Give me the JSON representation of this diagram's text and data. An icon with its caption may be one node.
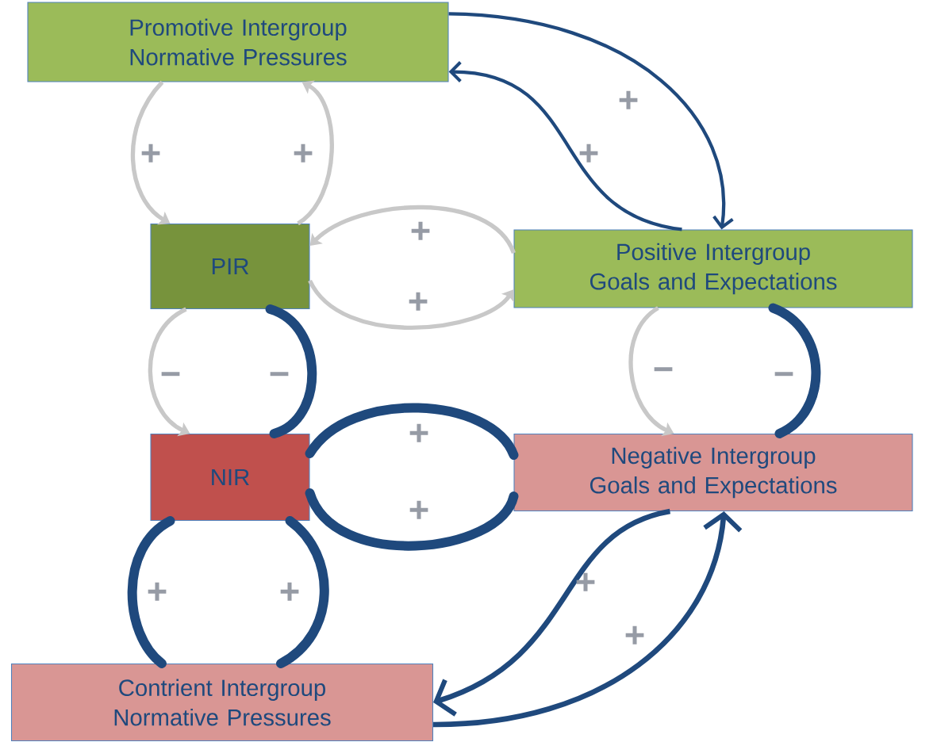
{
  "diagram": {
    "nodes": [
      {
        "text": [
          "Promotive Intergroup Normative Pressures"
        ]
      },
      {
        "text": [
          "PIR"
        ]
      },
      {
        "text": [
          "Positive Intergroup Goals and Expectations"
        ]
      },
      {
        "text": [
          "NIR"
        ]
      },
      {
        "text": [
          "Negative Intergroup Goals and Expectations"
        ]
      },
      {
        "text": [
          "Contrient Intergroup Normative Pressures"
        ]
      }
    ],
    "edges": [
      {
        "from": 0,
        "to": 1,
        "arrow": "to",
        "label": "+",
        "color": "#c8c8c8"
      },
      {
        "from": 1,
        "to": 0,
        "arrow": "to",
        "label": "+",
        "color": "#c8c8c8"
      },
      {
        "from": 0,
        "to": 2,
        "arrow": "to",
        "label": "+"
      },
      {
        "from": 2,
        "to": 0,
        "arrow": "to",
        "label": "+"
      },
      {
        "from": 2,
        "to": 1,
        "arrow": "to",
        "label": "+",
        "color": "#c8c8c8"
      },
      {
        "from": 1,
        "to": 2,
        "arrow": "to",
        "label": "+",
        "color": "#c8c8c8"
      },
      {
        "from": 1,
        "to": 3,
        "arrow": "to",
        "label": "−",
        "color": "#c8c8c8"
      },
      {
        "from": 3,
        "to": 1,
        "arrow": "none",
        "label": "−",
        "style": "thick"
      },
      {
        "from": 2,
        "to": 4,
        "arrow": "to",
        "label": "−",
        "color": "#c8c8c8"
      },
      {
        "from": 4,
        "to": 2,
        "arrow": "none",
        "label": "−",
        "style": "thick"
      },
      {
        "from": 3,
        "to": 4,
        "arrow": "none",
        "label": "+",
        "style": "thick"
      },
      {
        "from": 3,
        "to": 4,
        "arrow": "none",
        "label": "+",
        "style": "thick"
      },
      {
        "from": 3,
        "to": 5,
        "arrow": "none",
        "label": "+",
        "style": "thick"
      },
      {
        "from": 3,
        "to": 5,
        "arrow": "none",
        "label": "+",
        "style": "thick"
      },
      {
        "from": 4,
        "to": 5,
        "arrow": "to",
        "label": "+"
      },
      {
        "from": 5,
        "to": 4,
        "arrow": "to",
        "label": "+"
      }
    ]
  }
}
